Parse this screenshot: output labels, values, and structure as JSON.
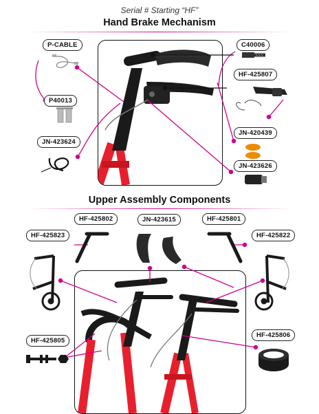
{
  "header": {
    "serial": "Serial # Starting “HF”"
  },
  "sections": {
    "hand_brake": {
      "title": "Hand Brake Mechanism"
    },
    "upper_assembly": {
      "title": "Upper Assembly Components"
    }
  },
  "parts": {
    "p_cable": "P-CABLE",
    "c40006": "C40006",
    "hf_425807": "HF-425807",
    "p40013": "P40013",
    "jn_423624": "JN-423624",
    "jn_420439": "JN-420439",
    "jn_423626": "JN-423626",
    "hf_425802": "HF-425802",
    "jn_423615": "JN-423615",
    "hf_425801": "HF-425801",
    "hf_425823": "HF-425823",
    "hf_425822": "HF-425822",
    "hf_425805": "HF-425805",
    "hf_425806": "HF-425806"
  },
  "colors": {
    "accent": "#d0008a",
    "frame_red": "#e8202e",
    "dark": "#1a1a1a",
    "orange": "#f08a00"
  }
}
